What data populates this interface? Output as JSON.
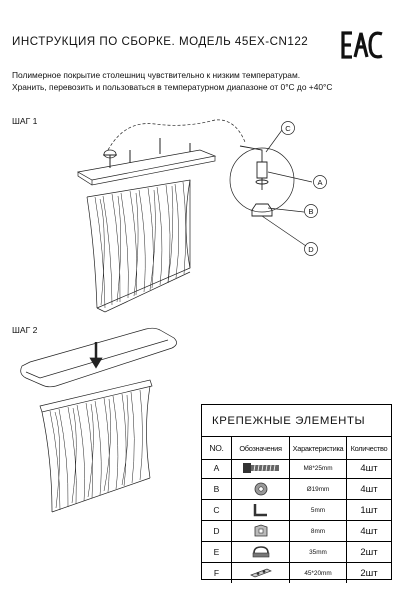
{
  "header": {
    "title": "ИНСТРУКЦИЯ ПО СБОРКЕ. МОДЕЛЬ 45EX-CN122",
    "cert_mark": "EAC"
  },
  "notes": [
    "Полимерное покрытие столешниц чувствительно к низким температурам.",
    "Хранить, перевозить и пользоваться в температурном диапазоне от 0°C до +40°C"
  ],
  "steps": {
    "step1": "ШАГ 1",
    "step2": "ШАГ 2"
  },
  "callouts": [
    "C",
    "A",
    "B",
    "D"
  ],
  "fasteners": {
    "title": "КРЕПЕЖНЫЕ ЭЛЕМЕНТЫ",
    "headers": [
      "NO.",
      "Обозначения",
      "Характеристика",
      "Количество"
    ],
    "rows": [
      {
        "no": "A",
        "spec": "M8*25mm",
        "qty": "4шт",
        "icon": "bolt-icon"
      },
      {
        "no": "B",
        "spec": "Ø19mm",
        "qty": "4шт",
        "icon": "washer-icon"
      },
      {
        "no": "C",
        "spec": "5mm",
        "qty": "1шт",
        "icon": "hex-key-icon"
      },
      {
        "no": "D",
        "spec": "8mm",
        "qty": "4шт",
        "icon": "bracket-icon"
      },
      {
        "no": "E",
        "spec": "35mm",
        "qty": "2шт",
        "icon": "clamp-icon"
      },
      {
        "no": "F",
        "spec": "45*20mm",
        "qty": "2шт",
        "icon": "pad-icon"
      }
    ]
  }
}
